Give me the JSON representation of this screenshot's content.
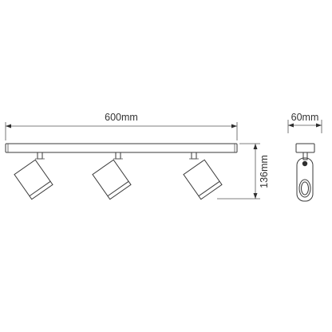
{
  "dimensions": {
    "width_label": "600mm",
    "height_label": "136mm",
    "depth_label": "60mm"
  },
  "colors": {
    "line": "#3a3a3a",
    "text": "#333333",
    "background": "#ffffff"
  }
}
